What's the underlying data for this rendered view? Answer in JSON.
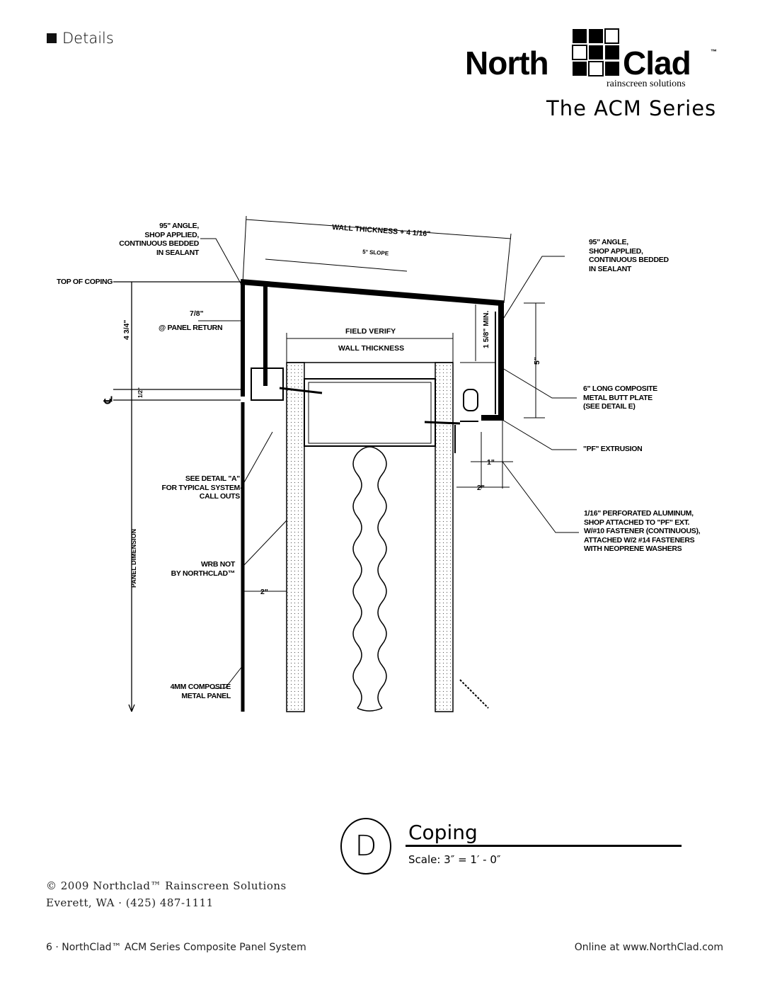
{
  "header": {
    "section": "Details"
  },
  "logo": {
    "left": "North",
    "right": "Clad",
    "tm": "™",
    "tagline": "rainscreen solutions"
  },
  "series_title": "The ACM Series",
  "drawing": {
    "labels": {
      "angle_left": [
        "95\" ANGLE,",
        "SHOP APPLIED,",
        "CONTINUOUS BEDDED",
        "IN SEALANT"
      ],
      "top_of_coping": "TOP OF COPING",
      "panel_return_frac": "7/8\"",
      "panel_return": "@ PANEL RETURN",
      "wall_thickness": "WALL THICKNESS + 4 1/16\"",
      "slope": "5° SLOPE",
      "field_verify": "FIELD VERIFY",
      "wall_thickness2": "WALL THICKNESS",
      "angle_right": [
        "95\" ANGLE,",
        "SHOP APPLIED,",
        "CONTINUOUS BEDDED",
        "IN SEALANT"
      ],
      "min_dim": "1 5/8\" MIN.",
      "five_in": "5\"",
      "butt_plate": [
        "6\" LONG COMPOSITE",
        "METAL BUTT PLATE",
        "(SEE DETAIL E)"
      ],
      "pf_extrusion": "\"PF\" EXTRUSION",
      "one_in": "1\"",
      "two_in_right": "2\"",
      "perforated": [
        "1/16\" PERFORATED ALUMINUM,",
        "SHOP ATTACHED TO \"PF\" EXT.",
        "W/#10 FASTENER (CONTINUOUS),",
        "ATTACHED W/2 #14 FASTENERS",
        "WITH NEOPRENE WASHERS"
      ],
      "see_detail": [
        "SEE DETAIL \"A\"",
        "FOR TYPICAL SYSTEM",
        "CALL OUTS"
      ],
      "wrb": [
        "WRB NOT",
        "BY NORTHCLAD™"
      ],
      "two_in_left": "2\"",
      "panel_metal": [
        "4MM COMPOSITE",
        "METAL PANEL"
      ],
      "panel_dimension": "PANEL DIMENSION",
      "dim_left_top": "4 3/4\"",
      "dim_half": "1/2\"",
      "centerline": "℄"
    }
  },
  "detail": {
    "letter": "D",
    "title": "Coping",
    "scale": "Scale: 3″ = 1′ - 0″"
  },
  "footer": {
    "copyright": "© 2009 Northclad™ Rainscreen Solutions",
    "address": "Everett, WA · (425) 487-1111",
    "page": "6 · NorthClad™ ACM Series Composite Panel System",
    "online": "Online at www.NorthClad.com"
  }
}
